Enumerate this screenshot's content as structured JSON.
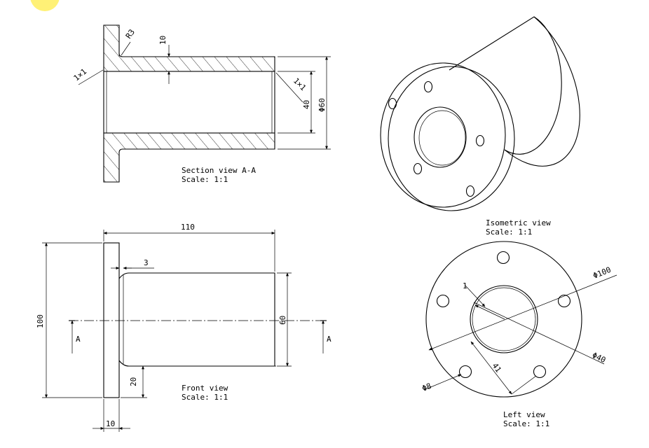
{
  "views": {
    "section": {
      "title": "Section view A-A",
      "scale": "Scale:  1:1"
    },
    "isometric": {
      "title": "Isometric view",
      "scale": "Scale:  1:1"
    },
    "front": {
      "title": "Front view",
      "scale": "Scale:  1:1"
    },
    "left": {
      "title": "Left view",
      "scale": "Scale:  1:1"
    }
  },
  "dimensions": {
    "section": {
      "fillet": "R3",
      "wall": "10",
      "chamfer_left": "1×1",
      "chamfer_right": "1×1",
      "bore": "40",
      "outer": "Φ60"
    },
    "front": {
      "length": "110",
      "step": "3",
      "overall": "100",
      "body": "60",
      "flange_drop": "20",
      "flange_thickness": "10",
      "section_mark": "A"
    },
    "left": {
      "flange_dia": "Φ100",
      "bore_dia": "Φ40",
      "hole_dia": "Φ8",
      "bolt_radius": "41",
      "chamfer": "1"
    }
  },
  "colors": {
    "marker": "#fff176",
    "line": "#000000"
  }
}
